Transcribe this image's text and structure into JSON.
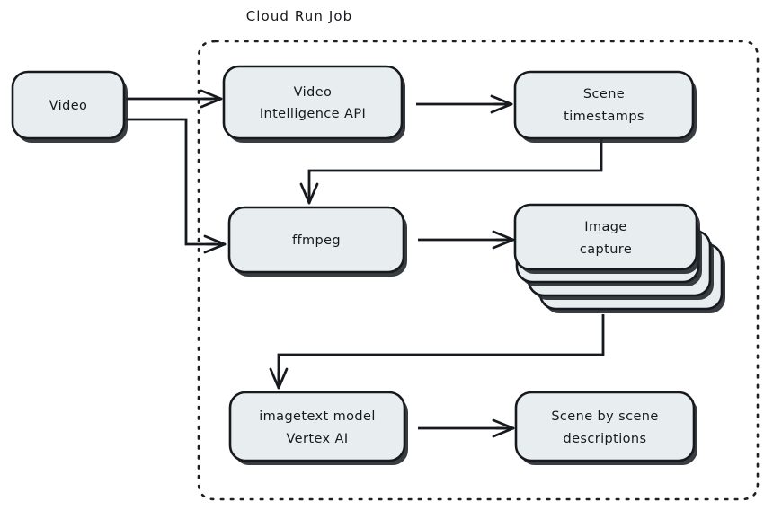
{
  "diagram": {
    "title_present": false,
    "group": {
      "label": "Cloud Run Job",
      "style": "dotted-rounded-container"
    },
    "colors": {
      "node_fill": "#e8edf0",
      "stroke": "#16191d",
      "background": "#ffffff",
      "shadow": "#24282c"
    },
    "nodes": [
      {
        "id": "video",
        "label_lines": [
          "Video"
        ],
        "shape": "rounded-rect",
        "inside_group": false
      },
      {
        "id": "video-intelligence-api",
        "label_lines": [
          "Video",
          "Intelligence API"
        ],
        "shape": "rounded-rect",
        "inside_group": true
      },
      {
        "id": "scene-timestamps",
        "label_lines": [
          "Scene",
          "timestamps"
        ],
        "shape": "rounded-rect",
        "inside_group": true
      },
      {
        "id": "ffmpeg",
        "label_lines": [
          "ffmpeg"
        ],
        "shape": "rounded-rect",
        "inside_group": true
      },
      {
        "id": "image-capture",
        "label_lines": [
          "Image",
          "capture"
        ],
        "shape": "stacked-rounded-rect",
        "stack_count": 3,
        "inside_group": true
      },
      {
        "id": "imagetext-model-vertex-ai",
        "label_lines": [
          "imagetext model",
          "Vertex AI"
        ],
        "shape": "rounded-rect",
        "inside_group": true
      },
      {
        "id": "scene-by-scene-descriptions",
        "label_lines": [
          "Scene by scene",
          "descriptions"
        ],
        "shape": "rounded-rect",
        "inside_group": true
      }
    ],
    "edges": [
      {
        "id": "video-to-video-intelligence-api",
        "from": "video",
        "to": "video-intelligence-api",
        "style": "straight-arrow"
      },
      {
        "id": "video-to-ffmpeg",
        "from": "video",
        "to": "ffmpeg",
        "style": "elbow-arrow"
      },
      {
        "id": "video-intelligence-api-to-scene-timestamps",
        "from": "video-intelligence-api",
        "to": "scene-timestamps",
        "style": "straight-arrow"
      },
      {
        "id": "scene-timestamps-to-ffmpeg",
        "from": "scene-timestamps",
        "to": "ffmpeg",
        "style": "elbow-arrow"
      },
      {
        "id": "ffmpeg-to-image-capture",
        "from": "ffmpeg",
        "to": "image-capture",
        "style": "straight-arrow"
      },
      {
        "id": "image-capture-to-imagetext-model",
        "from": "image-capture",
        "to": "imagetext-model-vertex-ai",
        "style": "elbow-arrow"
      },
      {
        "id": "imagetext-model-to-scene-descriptions",
        "from": "imagetext-model-vertex-ai",
        "to": "scene-by-scene-descriptions",
        "style": "straight-arrow"
      }
    ]
  }
}
